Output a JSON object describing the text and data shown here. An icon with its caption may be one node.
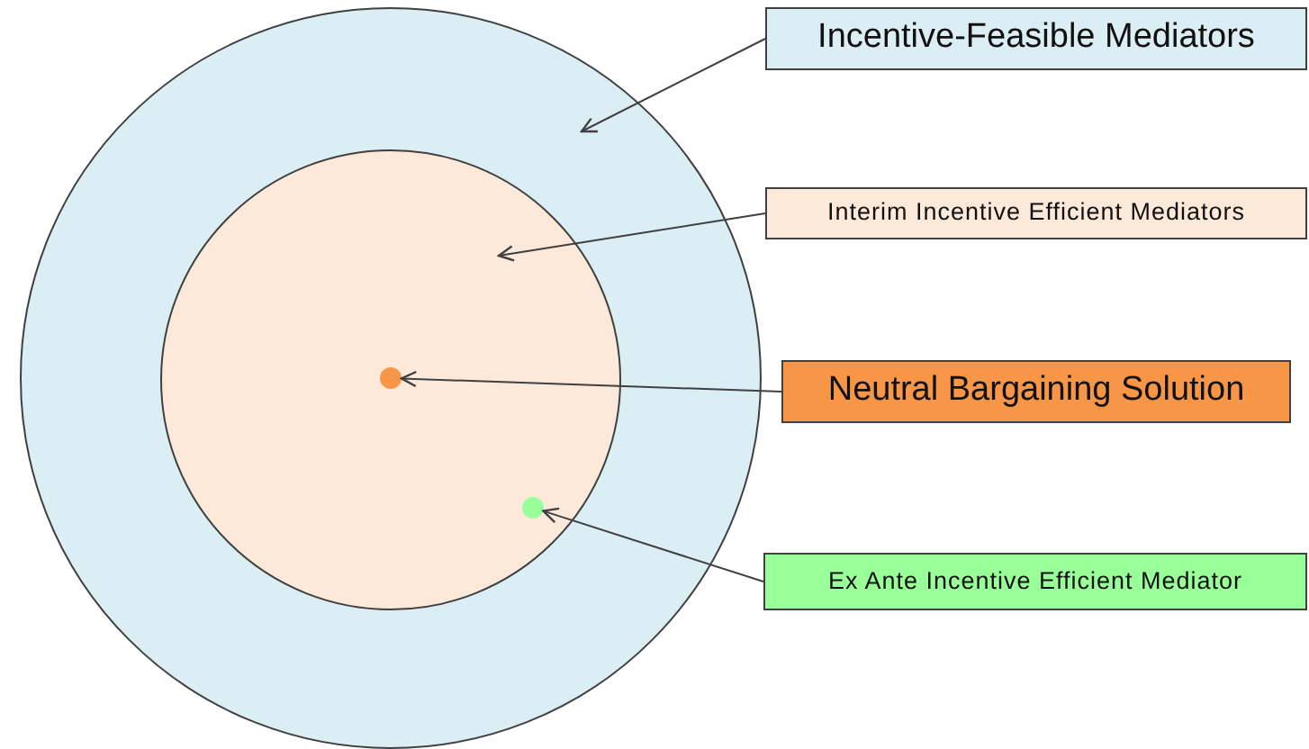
{
  "diagram": {
    "nodes": [
      {
        "text": [],
        "shape": "circle"
      },
      {
        "text": [],
        "shape": "circle",
        "in": 0
      },
      {
        "text": [],
        "shape": "circle",
        "in": 1
      },
      {
        "text": [],
        "shape": "circle",
        "in": 1
      },
      {
        "text": [
          "Incentive-Feasible Mediators"
        ]
      },
      {
        "text": [
          "Interim Incentive Efficient Mediators"
        ]
      },
      {
        "text": [
          "Neutral Bargaining Solution"
        ]
      },
      {
        "text": [
          "Ex Ante Incentive Efficient Mediator"
        ]
      }
    ],
    "edges": [
      {
        "from": 4,
        "to": 0,
        "arrow": "to"
      },
      {
        "from": 5,
        "to": 1,
        "arrow": "to"
      },
      {
        "from": 6,
        "to": 2,
        "arrow": "to"
      },
      {
        "from": 7,
        "to": 3,
        "arrow": "to"
      }
    ]
  }
}
